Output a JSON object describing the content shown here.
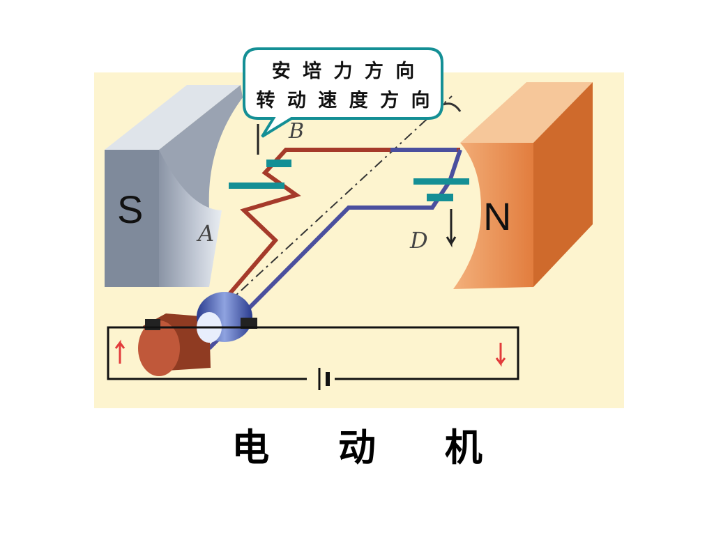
{
  "callout": {
    "line1": "安 培 力 方 向",
    "line2": "转 动 速 度 方 向"
  },
  "poles": {
    "south": "S",
    "north": "N"
  },
  "figure_letters": {
    "a": "A",
    "b": "B",
    "d": "D"
  },
  "caption": "电 动 机",
  "colors": {
    "teal": "#148f95",
    "red_wire": "#a53a2a",
    "blue_wire": "#4a4f9e",
    "north_magnet": "#e58a50",
    "south_magnet": "#a9b3c2",
    "background": "#fdf4cf"
  }
}
